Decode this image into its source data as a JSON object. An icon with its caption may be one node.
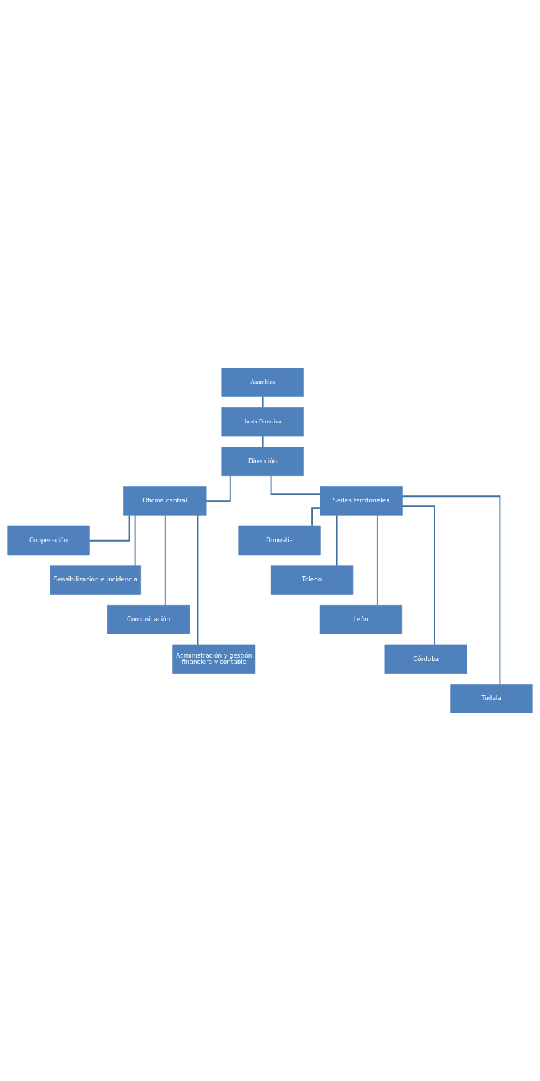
{
  "diagram": {
    "nodes": [
      {
        "text": [
          "Asamblea"
        ]
      },
      {
        "text": [
          "Junta Directiva"
        ]
      },
      {
        "text": [
          "Dirección"
        ]
      },
      {
        "text": [
          "Oficina central"
        ]
      },
      {
        "text": [
          "Sedes territoriales"
        ]
      },
      {
        "text": [
          "Cooperación"
        ]
      },
      {
        "text": [
          "Sensibilización e incidencia"
        ]
      },
      {
        "text": [
          "Comunicación"
        ]
      },
      {
        "text": [
          "Administración y gestión financiera y contable"
        ]
      },
      {
        "text": [
          "Donostia"
        ]
      },
      {
        "text": [
          "Toledo"
        ]
      },
      {
        "text": [
          "León"
        ]
      },
      {
        "text": [
          "Córdoba"
        ]
      },
      {
        "text": [
          "Tudela"
        ]
      }
    ],
    "edges": [
      {
        "from": 0,
        "to": 1,
        "arrow": "none"
      },
      {
        "from": 1,
        "to": 2,
        "arrow": "none"
      },
      {
        "from": 2,
        "to": 3,
        "arrow": "none"
      },
      {
        "from": 2,
        "to": 4,
        "arrow": "none"
      },
      {
        "from": 3,
        "to": 5,
        "arrow": "none"
      },
      {
        "from": 3,
        "to": 6,
        "arrow": "none"
      },
      {
        "from": 3,
        "to": 7,
        "arrow": "none"
      },
      {
        "from": 3,
        "to": 8,
        "arrow": "none"
      },
      {
        "from": 4,
        "to": 9,
        "arrow": "none"
      },
      {
        "from": 4,
        "to": 10,
        "arrow": "none"
      },
      {
        "from": 4,
        "to": 11,
        "arrow": "none"
      },
      {
        "from": 4,
        "to": 12,
        "arrow": "none"
      },
      {
        "from": 4,
        "to": 13,
        "arrow": "none"
      }
    ]
  }
}
